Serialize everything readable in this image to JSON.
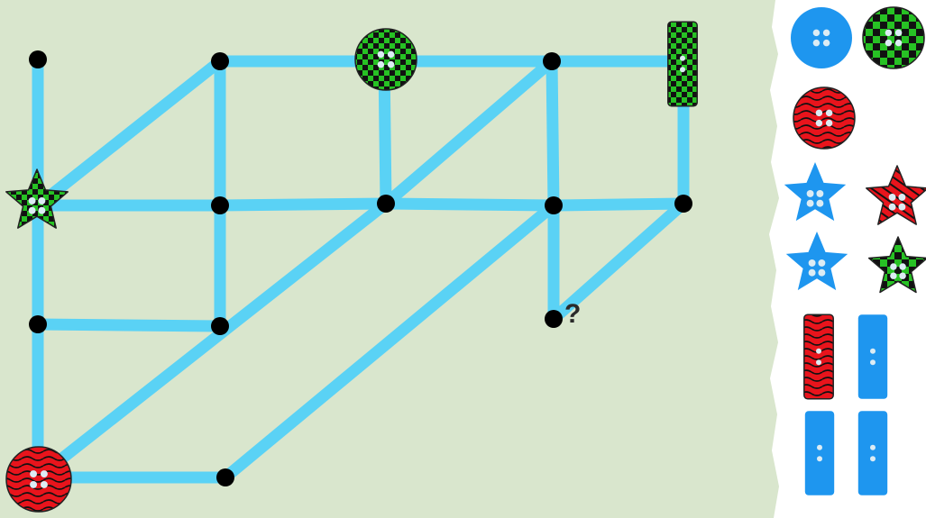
{
  "puzzle": {
    "question_mark": "?",
    "colors": {
      "board": "#d9e6cd",
      "line": "#5ad2f5",
      "node": "#000000",
      "blue": "#1e96ef",
      "red": "#e8141c",
      "green": "#27c224",
      "black": "#111111",
      "hole": "#dcecf4"
    },
    "placed_buttons": [
      {
        "node": "n_top_mid",
        "shape": "circle",
        "pattern": "checker-green-black"
      },
      {
        "node": "n_top_right",
        "shape": "rect",
        "pattern": "checker-green-black"
      },
      {
        "node": "n_left_mid",
        "shape": "star",
        "pattern": "checker-green-black"
      },
      {
        "node": "n_bottom_left",
        "shape": "circle",
        "pattern": "wavy-red-black"
      }
    ],
    "palette": [
      {
        "shape": "circle",
        "pattern": "solid-blue"
      },
      {
        "shape": "circle",
        "pattern": "checker-green-black"
      },
      {
        "shape": "circle",
        "pattern": "wavy-red-black"
      },
      {
        "shape": "star",
        "pattern": "solid-blue"
      },
      {
        "shape": "star",
        "pattern": "striped-red-black"
      },
      {
        "shape": "star",
        "pattern": "solid-blue"
      },
      {
        "shape": "star",
        "pattern": "checker-green-black"
      },
      {
        "shape": "rect",
        "pattern": "wavy-red-black"
      },
      {
        "shape": "rect",
        "pattern": "solid-blue"
      },
      {
        "shape": "rect",
        "pattern": "solid-blue"
      },
      {
        "shape": "rect",
        "pattern": "solid-blue"
      }
    ]
  }
}
